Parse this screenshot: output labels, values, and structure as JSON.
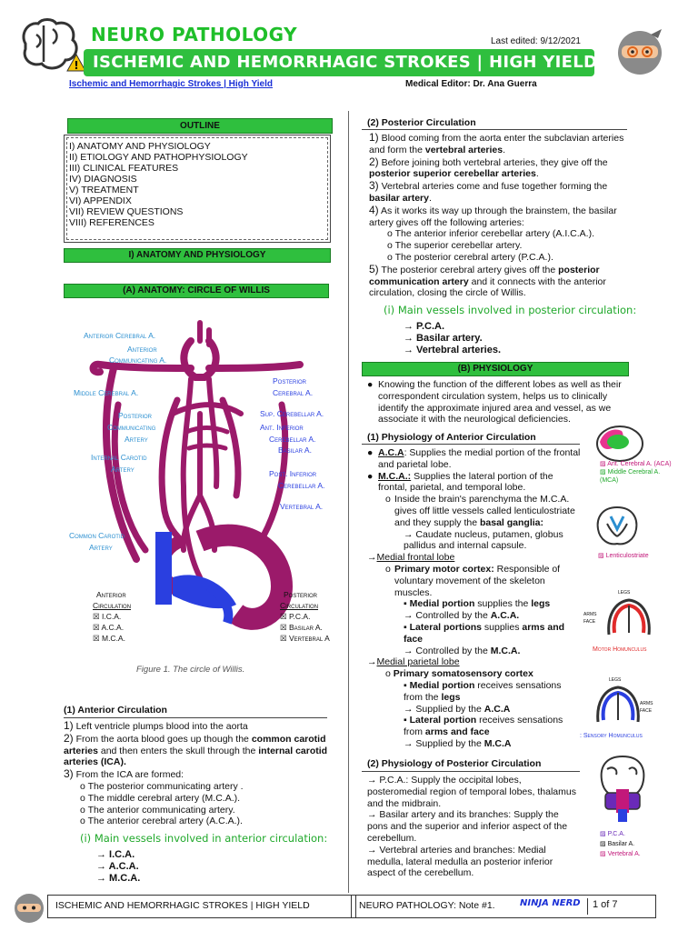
{
  "header": {
    "brand_title": "NEURO PATHOLOGY",
    "topic_title": "ISCHEMIC AND HEMORRHAGIC STROKES | HIGH YIELD",
    "last_edited": "Last edited: 9/12/2021",
    "topic_link": "Ischemic and Hemorrhagic Strokes | High Yield",
    "medical_editor": "Medical Editor: Dr. Ana Guerra"
  },
  "outline": {
    "heading": "OUTLINE",
    "items": [
      "I) ANATOMY AND PHYSIOLOGY",
      "II) ETIOLOGY AND PATHOPHYSIOLOGY",
      "III) CLINICAL FEATURES",
      "IV) DIAGNOSIS",
      "V) TREATMENT",
      "VI) APPENDIX",
      "VII) REVIEW QUESTIONS",
      "VIII) REFERENCES"
    ]
  },
  "sections": {
    "anatomy_physiology": "I)  ANATOMY AND PHYSIOLOGY",
    "circle_of_willis": "(A)  ANATOMY: CIRCLE OF WILLIS",
    "physiology": "(B)  PHYSIOLOGY"
  },
  "figure": {
    "caption": "Figure 1. The circle of Willis.",
    "labels": {
      "anterior_cerebral": "Anterior Cerebral A.",
      "anterior_communicating_1": "Anterior",
      "anterior_communicating_2": "Communicating A.",
      "middle_cerebral": "Middle Cerebral A.",
      "posterior_communicating_1": "Posterior",
      "posterior_communicating_2": "Communicating",
      "posterior_communicating_3": "Artery",
      "internal_carotid_1": "Internal Carotid",
      "internal_carotid_2": "Artery",
      "common_carotid_1": "Common Carotid",
      "common_carotid_2": "Artery",
      "posterior_cerebral_1": "Posterior",
      "posterior_cerebral_2": "Cerebral A.",
      "sup_cerebellar": "Sup. Cerebellar A.",
      "ant_inferior_1": "Ant. Inferior",
      "ant_inferior_2": "Cerebellar A.",
      "basilar": "Basilar A.",
      "post_inferior_1": "Post. Inferior",
      "post_inferior_2": "Cerebellar A.",
      "vertebral": "Vertebral A."
    },
    "legend_anterior": {
      "title_1": "Anterior",
      "title_2": "Circulation",
      "items": [
        "I.C.A.",
        "A.C.A.",
        "M.C.A."
      ]
    },
    "legend_posterior": {
      "title_1": "Posterior",
      "title_2": "Circulation",
      "items": [
        "P.C.A.",
        "Basilar A.",
        "Vertebral A"
      ]
    }
  },
  "anterior_circulation": {
    "heading": "(1)  Anterior Circulation",
    "step1_num": "1)",
    "step1": "Left ventricle plumps blood into the aorta",
    "step2_num": "2)",
    "step2_a": "From the aorta blood goes up though the ",
    "step2_b": "common carotid arteries",
    "step2_c": " and then enters the skull through the ",
    "step2_d": "internal carotid arteries (ICA).",
    "step3_num": "3)",
    "step3": "From the ICA are formed:",
    "formed": [
      "The posterior communicating artery .",
      "The middle cerebral artery (M.C.A.).",
      "The anterior communicating artery.",
      "The anterior cerebral artery (A.C.A.)."
    ],
    "main_vessels": "(i)  Main vessels involved in anterior circulation:",
    "vessels": [
      "→ I.C.A.",
      "→ A.C.A.",
      "→ M.C.A."
    ]
  },
  "posterior_circulation": {
    "heading": "(2)  Posterior Circulation",
    "steps": [
      {
        "num": "1)",
        "a": "Blood coming from the aorta enter the subclavian arteries and form the ",
        "b": "vertebral arteries",
        "c": "."
      },
      {
        "num": "2)",
        "a": "Before joining both vertebral arteries, they give off the ",
        "b": "posterior superior cerebellar arteries",
        "c": "."
      },
      {
        "num": "3)",
        "a": "Vertebral arteries come and fuse together forming the ",
        "b": "basilar artery",
        "c": "."
      },
      {
        "num": "4)",
        "a": "As it works its way up through the brainstem, the basilar artery gives off the following arteries:",
        "b": "",
        "c": ""
      }
    ],
    "branches": [
      "The anterior inferior cerebellar artery (A.I.C.A.).",
      "The superior cerebellar artery.",
      "The posterior cerebral artery (P.C.A.)."
    ],
    "step5_num": "5)",
    "step5_a": "The posterior cerebral artery gives off the ",
    "step5_b": "posterior communication artery",
    "step5_c": " and it connects with the anterior circulation, closing the circle of Willis.",
    "main_vessels": "(i)  Main vessels involved in posterior circulation:",
    "vessels": [
      "→ P.C.A.",
      "→ Basilar artery.",
      "→ Vertebral arteries."
    ]
  },
  "physiology": {
    "intro": "Knowing the function of the different lobes as well as their correspondent circulation system, helps us to clinically identify the approximate injured area and vessel, as we associate it with the neurological deficiencies.",
    "anterior_heading": "(1)  Physiology of Anterior Circulation",
    "aca_label": "A.C.A",
    "aca_text": ": Supplies the medial portion of the frontal and parietal lobe.",
    "mca_label": "M.C.A.:",
    "mca_text": " Supplies the lateral portion of the frontal, parietal, and temporal lobe.",
    "mca_sub_a": "Inside the brain's parenchyma the M.C.A. gives off little vessels called lenticulostriate and they supply the ",
    "mca_sub_b": "basal ganglia:",
    "mca_sub_c": "→ Caudate nucleus, putamen, globus pallidus and internal capsule.",
    "medial_frontal": "Medial frontal lobe",
    "pmc_a": "Primary motor cortex:",
    "pmc_b": " Responsible of voluntary movement of the skeleton muscles.",
    "mf_medial_a": "Medial portion",
    "mf_medial_b": " supplies the ",
    "mf_medial_c": "legs",
    "mf_ctrl_aca_a": "→ Controlled by the ",
    "mf_ctrl_aca_b": "A.C.A.",
    "mf_lateral_a": "Lateral portions",
    "mf_lateral_b": " supplies ",
    "mf_lateral_c": "arms and face",
    "mf_ctrl_mca_a": "→ Controlled by the ",
    "mf_ctrl_mca_b": "M.C.A.",
    "medial_parietal": "Medial parietal lobe",
    "psc": "Primary somatosensory cortex",
    "mp_medial_a": "Medial portion",
    "mp_medial_b": " receives sensations from the ",
    "mp_medial_c": "legs",
    "mp_sup_aca_a": "→ Supplied by the ",
    "mp_sup_aca_b": "A.C.A",
    "mp_lateral_a": "Lateral portion",
    "mp_lateral_b": " receives sensations from ",
    "mp_lateral_c": "arms and face",
    "mp_sup_mca_a": "→ Supplied by the ",
    "mp_sup_mca_b": "M.C.A",
    "posterior_heading": "(2)  Physiology of Posterior Circulation",
    "post_items": [
      "→ P.C.A.: Supply the occipital lobes, posteromedial region of temporal lobes, thalamus and the midbrain.",
      "→ Basilar artery and its branches: Supply the pons and the superior and inferior aspect of the cerebellum.",
      "→ Vertebral arteries and branches: Medial medulla, lateral medulla an posterior inferior aspect of the cerebellum."
    ]
  },
  "side_figures": {
    "brain1_legend": [
      "Ant. Cerebral A. (ACA)",
      "Middle Cerebral A. (MCA)"
    ],
    "lenticulostriate": "Lenticulostriate",
    "legs": "legs",
    "arms_face": "arms face",
    "motor_homunculus": "Motor Homunculus",
    "legs2": "legs",
    "arms_face2": "arms face",
    "sensory_homunculus": "Sensory Homunculus",
    "brain3_legend": [
      "P.C.A.",
      "Basilar A.",
      "Vertebral A."
    ]
  },
  "footer": {
    "left": "ISCHEMIC AND HEMORRHAGIC STROKES | HIGH YIELD",
    "mid": "NEURO PATHOLOGY: Note #1.",
    "brand": "NINJA NERD",
    "page": "1 of 7"
  },
  "colors": {
    "accent_green": "#2fbf3e",
    "artery_magenta": "#9b1a6a",
    "vein_blue": "#2a3fe0",
    "label_blue": "#2b8fd0",
    "link_blue": "#1a2fd6"
  }
}
